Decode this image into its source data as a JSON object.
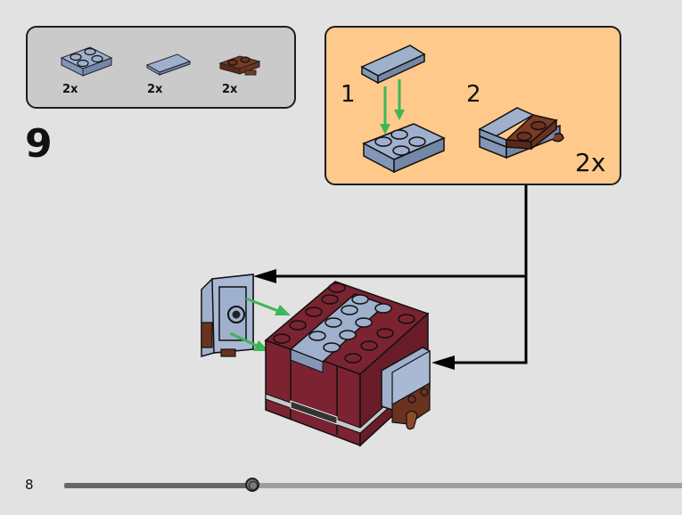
{
  "step": {
    "number": "9",
    "parts_list": [
      {
        "name": "2x2 plate",
        "color": "#9fb0cc",
        "qty": "2x"
      },
      {
        "name": "1x2 tile",
        "color": "#9fb0cc",
        "qty": "2x"
      },
      {
        "name": "plate with clip",
        "color": "#6b3220",
        "qty": "2x"
      }
    ],
    "sub_assembly": {
      "steps": [
        {
          "label": "1"
        },
        {
          "label": "2"
        }
      ],
      "quantity": "2x"
    }
  },
  "colors": {
    "parts_bg": "#c9cac9",
    "sub_bg": "#fec98a",
    "sand_blue": "#9fb0cc",
    "dark_red": "#7b2331",
    "reddish_brown": "#6b3220",
    "arrow_green": "#3fb55a",
    "page_bg": "#e2e2e2"
  },
  "footer": {
    "page_number": "8",
    "progress": 0.305
  }
}
